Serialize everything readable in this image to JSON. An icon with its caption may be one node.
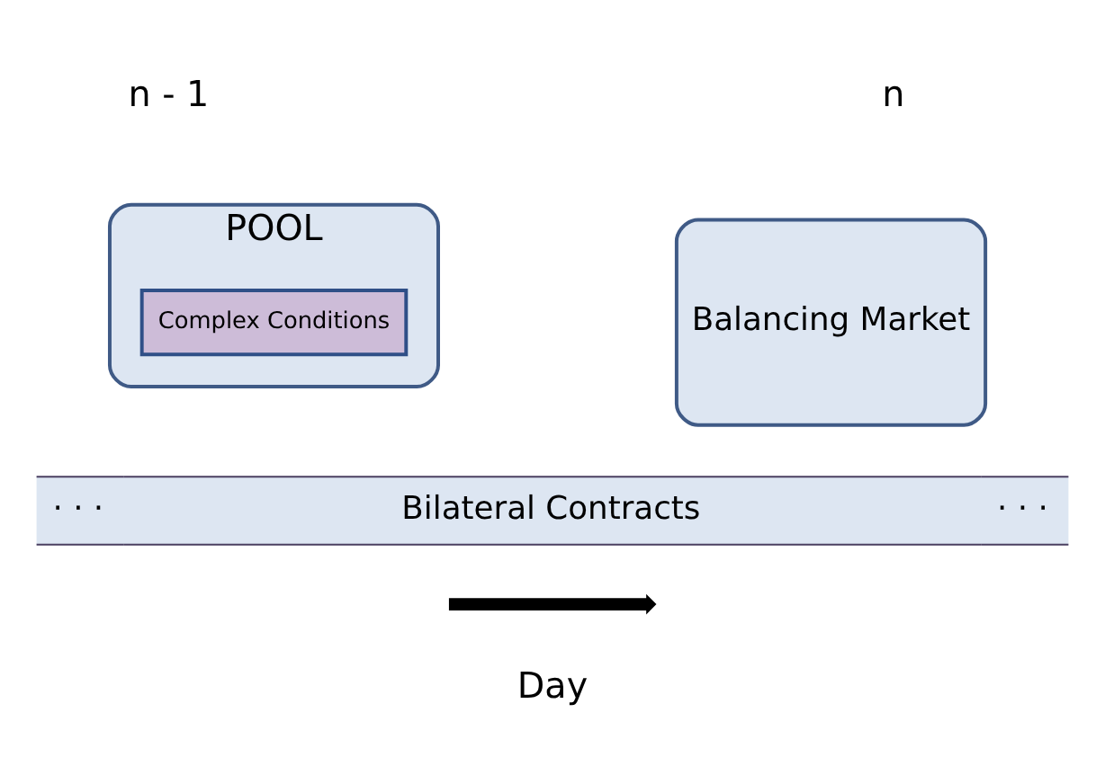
{
  "diagram": {
    "nodes": [
      {
        "text": [
          "POOL"
        ]
      },
      {
        "text": [
          "Complex Conditions"
        ],
        "in": 0
      },
      {
        "text": [
          "Balancing Market"
        ]
      },
      {
        "text": [
          "· · ·",
          "Bilateral Contracts",
          "· · ·"
        ]
      }
    ],
    "edges": [],
    "labels": [
      "n - 1",
      "n",
      "Day"
    ]
  }
}
